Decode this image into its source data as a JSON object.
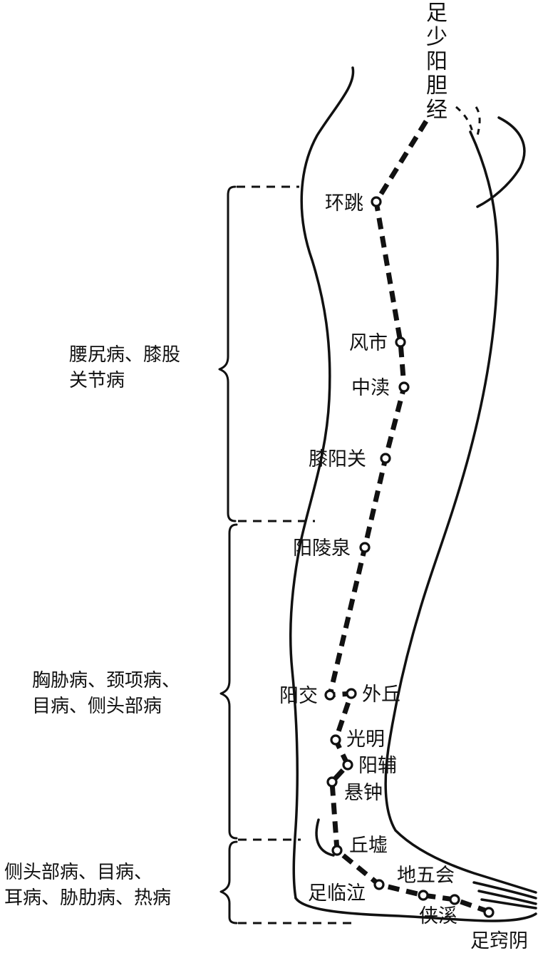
{
  "meridian": {
    "title_chars": [
      "足",
      "少",
      "阳",
      "胆",
      "经"
    ]
  },
  "points": {
    "huantiao": "环跳",
    "fengshi": "风市",
    "zhongdu": "中渎",
    "xiyangguan": "膝阳关",
    "yanglingquan": "阳陵泉",
    "yangjiao": "阳交",
    "waiqiu": "外丘",
    "guangming": "光明",
    "yangfu": "阳辅",
    "xuanzhong": "悬钟",
    "qiuxu": "丘墟",
    "zulinqi": "足临泣",
    "diwuhui": "地五会",
    "xiaxi": "侠溪",
    "zuqiaoyin": "足窍阴"
  },
  "groups": {
    "upper": {
      "line1": "腰尻病、膝股",
      "line2": "关节病"
    },
    "middle": {
      "line1": "胸胁病、颈项病、",
      "line2": "目病、侧头部病"
    },
    "lower": {
      "line1": "侧头部病、目病、",
      "line2": "耳病、胁肋病、热病"
    }
  },
  "colors": {
    "ink": "#111111",
    "background": "#ffffff"
  }
}
